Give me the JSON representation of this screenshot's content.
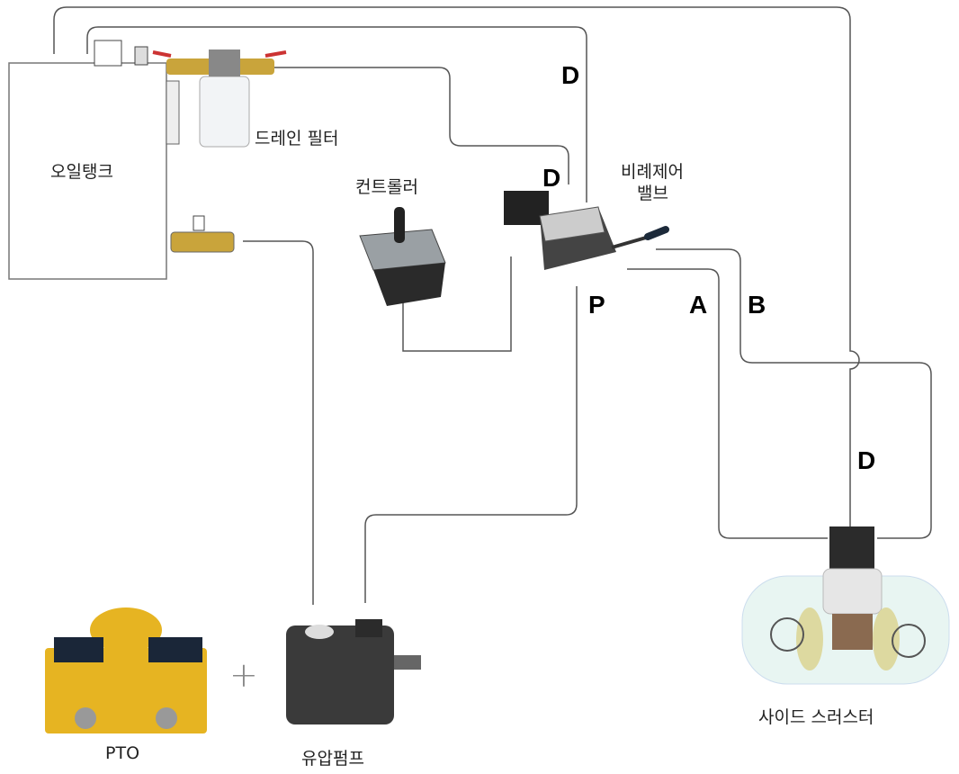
{
  "components": {
    "oil_tank": "오일탱크",
    "drain_filter": "드레인 필터",
    "controller": "컨트롤러",
    "valve_line1": "비례제어",
    "valve_line2": "밸브",
    "pto": "PTO",
    "plus": "+",
    "pump": "유압펌프",
    "thruster": "사이드 스러스터"
  },
  "ports": {
    "d_top": "D",
    "d_valve": "D",
    "p": "P",
    "a": "A",
    "b": "B",
    "d_thruster": "D"
  },
  "colors": {
    "line": "#555555",
    "tank": "#ffffff",
    "pump": "#3a3a3a",
    "pto": "#e6b422"
  }
}
